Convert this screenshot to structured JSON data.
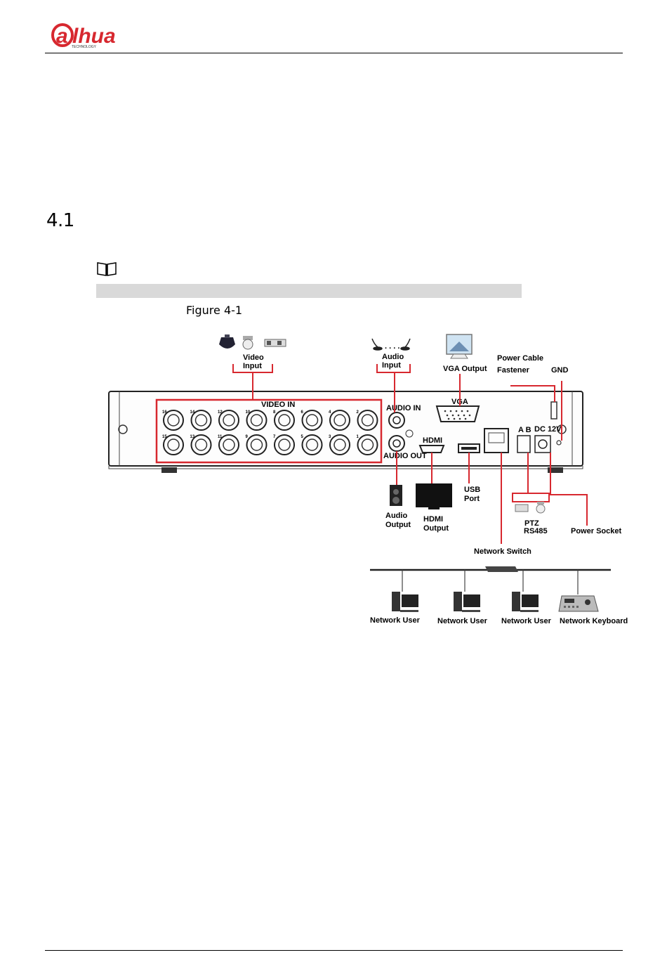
{
  "header": {
    "logo_text": "alhua",
    "logo_subtext": "TECHNOLOGY"
  },
  "section": {
    "number": "4.1"
  },
  "figure": {
    "caption": "Figure 4-1",
    "labels": {
      "video_input_line1": "Video",
      "video_input_line2": "Input",
      "audio_input_line1": "Audio",
      "audio_input_line2": "Input",
      "vga_output": "VGA Output",
      "power_cable_line1": "Power Cable",
      "power_cable_line2": "Fastener",
      "gnd": "GND",
      "audio_output_line1": "Audio",
      "audio_output_line2": "Output",
      "hdmi_output_line1": "HDMI",
      "hdmi_output_line2": "Output",
      "usb_port_line1": "USB",
      "usb_port_line2": "Port",
      "ptz_line1": "PTZ",
      "ptz_line2": "RS485",
      "power_socket": "Power Socket",
      "network_switch": "Network Switch",
      "network_user_1": "Network User",
      "network_user_2": "Network User",
      "network_user_3": "Network User",
      "network_keyboard": "Network Keyboard"
    },
    "panel_text": {
      "video_in": "VIDEO IN",
      "audio_in": "AUDIO IN",
      "audio_out": "AUDIO OUT",
      "hdmi": "HDMI",
      "vga": "VGA",
      "power": "DC 12V",
      "rs485": "A B",
      "top_row_numbers": [
        "16",
        "14",
        "12",
        "10",
        "8",
        "6",
        "4",
        "2"
      ],
      "bottom_row_numbers": [
        "15",
        "13",
        "11",
        "9",
        "7",
        "5",
        "3",
        "1"
      ]
    },
    "highlight_color": "#d7282f"
  }
}
